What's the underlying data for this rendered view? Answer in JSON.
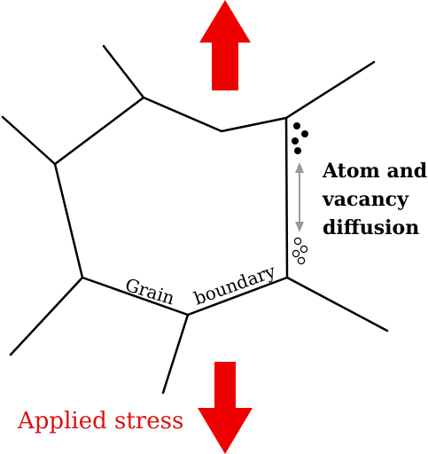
{
  "labels": {
    "grain_word": "Grain",
    "boundary_word": "boundary",
    "diffusion_line1": "Atom and",
    "diffusion_line2": "vacancy",
    "diffusion_line3": "diffusion",
    "applied_stress": "Applied stress"
  },
  "colors": {
    "boundary_line": "#000000",
    "stress_arrow": "#ee0000",
    "stress_label": "#dd1111",
    "diffusion_arrow": "#999999",
    "atom_fill": "#000000",
    "vacancy_fill": "#ffffff"
  },
  "icons": {
    "top_arrow": "arrow-up-icon",
    "bottom_arrow": "arrow-down-icon",
    "diffusion_arrow": "double-arrow-vertical-icon"
  }
}
